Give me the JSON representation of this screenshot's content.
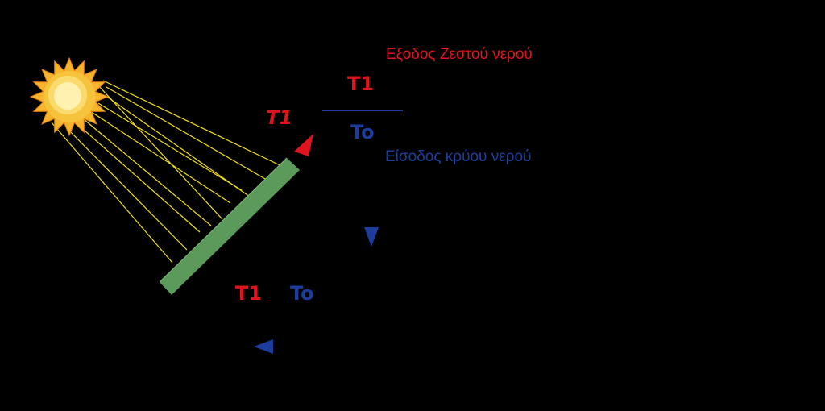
{
  "labels": {
    "outlet_hot_water": "Εξοδος  Ζεστού νερού",
    "inlet_cold_water": "Είσοδος κρύου νερού",
    "fraction_numerator": "T1",
    "fraction_denominator": "To",
    "collector_outlet_temp": "T1",
    "tank_hot_temp": "T1",
    "tank_cold_temp": "To"
  },
  "icons": {
    "sun": "sun-icon",
    "collector": "solar-collector-panel",
    "flow_arrows": "triangle-arrow-icon"
  },
  "colors": {
    "background": "#000000",
    "hot": "#e0141e",
    "cold": "#1c3d9c",
    "sun_rays": "#f2e01a",
    "collector": "#5b9a5a",
    "sun_body": "#f6c43c",
    "sun_core": "#fff2b0"
  }
}
